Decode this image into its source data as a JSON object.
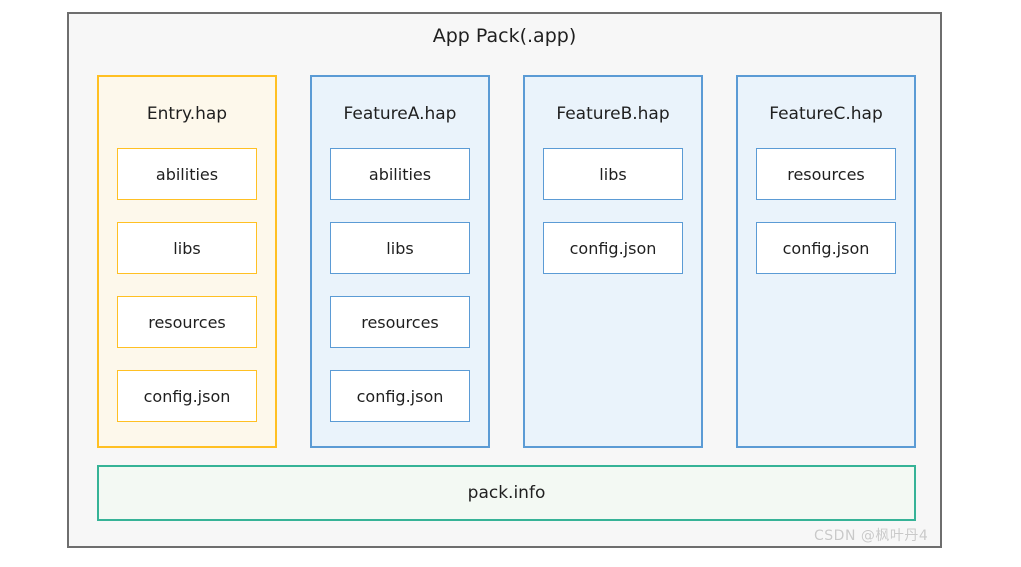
{
  "diagram": {
    "title": "App Pack(.app)",
    "columns": [
      {
        "title": "Entry.hap",
        "accent_color": "#ffc023",
        "fill_color": "#fdf8eb",
        "items": [
          "abilities",
          "libs",
          "resources",
          "config.json"
        ]
      },
      {
        "title": "FeatureA.hap",
        "accent_color": "#5b9bd5",
        "fill_color": "#eaf3fb",
        "items": [
          "abilities",
          "libs",
          "resources",
          "config.json"
        ]
      },
      {
        "title": "FeatureB.hap",
        "accent_color": "#5b9bd5",
        "fill_color": "#eaf3fb",
        "items": [
          "libs",
          "config.json"
        ]
      },
      {
        "title": "FeatureC.hap",
        "accent_color": "#5b9bd5",
        "fill_color": "#eaf3fb",
        "items": [
          "resources",
          "config.json"
        ]
      }
    ],
    "footer": {
      "label": "pack.info",
      "accent_color": "#36b397",
      "fill_color": "#f3f9f3"
    },
    "container": {
      "fill_color": "#f7f7f7",
      "border_color": "#6e6e6e"
    },
    "watermark": "CSDN @枫叶丹4"
  }
}
